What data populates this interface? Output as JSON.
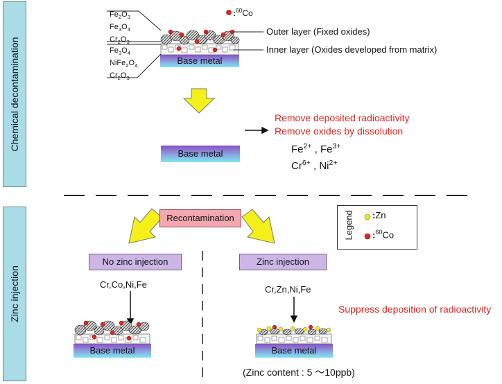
{
  "side_labels": {
    "chemical": "Chemical decontamination",
    "zinc": "Zinc injection"
  },
  "top": {
    "co_label": ":60Co",
    "outer_oxides": [
      "Fe2O3",
      "Fe3O4",
      "Cr2O3"
    ],
    "inner_oxides": [
      "Fe3O4",
      "NiFe2O4",
      "Cr2O3"
    ],
    "outer_layer": "Outer layer (Fixed oxides)",
    "inner_layer": "Inner layer (Oxides developed from matrix)",
    "base_metal": "Base metal"
  },
  "middle": {
    "base_metal": "Base metal",
    "remove_radioactivity": "Remove deposited radioactivity",
    "remove_oxides": "Remove oxides by dissolution",
    "ions_line1": "Fe2+ , Fe3+",
    "ions_line2": "Cr6+ , Ni2+"
  },
  "legend": {
    "title": "Legend",
    "zn": ":Zn",
    "co": ":60Co"
  },
  "bottom": {
    "recontamination": "Recontamination",
    "no_zinc": "No zinc injection",
    "zinc": "Zinc injection",
    "left_elements": "Cr,Co,Ni,Fe",
    "right_elements": "Cr,Zn,Ni,Fe",
    "suppress": "Suppress deposition of radioactivity",
    "base_left": "Base metal",
    "base_right": "Base metal",
    "zinc_content": "(Zinc content : 5 〜10ppb)"
  },
  "colors": {
    "side_bg": "#a9dce6",
    "red_text": "#e0261c",
    "arrow_yellow": "#f5ef1a",
    "co_red": "#e02a1c",
    "zn_yellow": "#f5e51a"
  }
}
